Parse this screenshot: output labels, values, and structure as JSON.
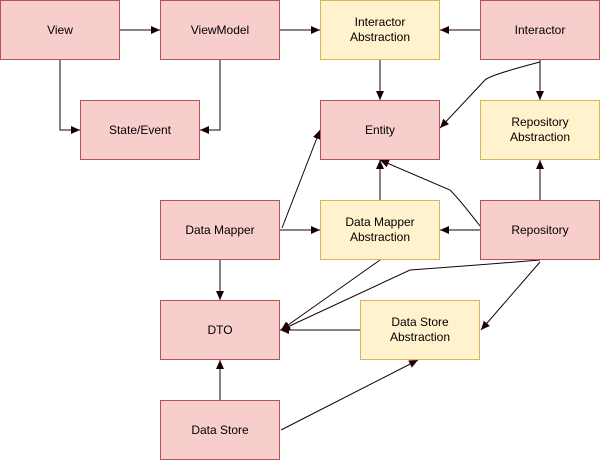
{
  "colors": {
    "concrete_fill": "#f8cecc",
    "concrete_stroke": "#b85450",
    "abstraction_fill": "#fff2cc",
    "abstraction_stroke": "#d6b656",
    "edge": "#1a0000"
  },
  "nodes": {
    "view": {
      "label": "View"
    },
    "viewmodel": {
      "label": "ViewModel"
    },
    "interactor_abstraction": {
      "label": "Interactor\nAbstraction"
    },
    "interactor": {
      "label": "Interactor"
    },
    "state_event": {
      "label": "State/Event"
    },
    "entity": {
      "label": "Entity"
    },
    "repository_abstraction": {
      "label": "Repository\nAbstraction"
    },
    "data_mapper": {
      "label": "Data Mapper"
    },
    "data_mapper_abstraction": {
      "label": "Data Mapper\nAbstraction"
    },
    "repository": {
      "label": "Repository"
    },
    "dto": {
      "label": "DTO"
    },
    "data_store_abstraction": {
      "label": "Data Store\nAbstraction"
    },
    "data_store": {
      "label": "Data Store"
    }
  },
  "edges": [
    {
      "from": "view",
      "to": "viewmodel"
    },
    {
      "from": "viewmodel",
      "to": "interactor_abstraction"
    },
    {
      "from": "interactor",
      "to": "interactor_abstraction"
    },
    {
      "from": "view",
      "to": "state_event"
    },
    {
      "from": "viewmodel",
      "to": "state_event"
    },
    {
      "from": "interactor_abstraction",
      "to": "entity"
    },
    {
      "from": "interactor",
      "to": "entity"
    },
    {
      "from": "interactor",
      "to": "repository_abstraction"
    },
    {
      "from": "repository",
      "to": "repository_abstraction"
    },
    {
      "from": "data_mapper_abstraction",
      "to": "entity"
    },
    {
      "from": "repository",
      "to": "entity"
    },
    {
      "from": "data_mapper",
      "to": "entity"
    },
    {
      "from": "data_mapper",
      "to": "data_mapper_abstraction"
    },
    {
      "from": "repository",
      "to": "data_mapper_abstraction"
    },
    {
      "from": "data_mapper",
      "to": "dto"
    },
    {
      "from": "data_mapper_abstraction",
      "to": "dto"
    },
    {
      "from": "repository",
      "to": "dto"
    },
    {
      "from": "repository",
      "to": "data_store_abstraction"
    },
    {
      "from": "data_store_abstraction",
      "to": "dto"
    },
    {
      "from": "data_store",
      "to": "dto"
    },
    {
      "from": "data_store",
      "to": "data_store_abstraction"
    }
  ]
}
